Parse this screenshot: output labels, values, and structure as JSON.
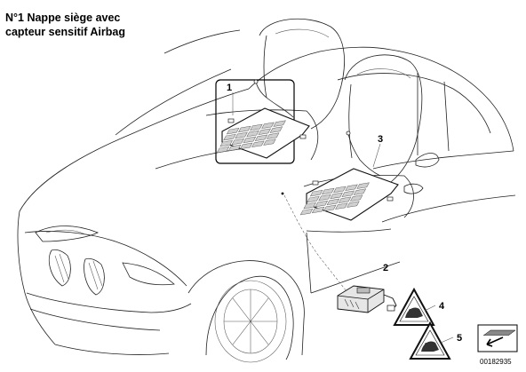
{
  "title": {
    "line1": "N°1 Nappe siège avec",
    "line2": "capteur sensitif  Airbag"
  },
  "callouts": [
    "1",
    "2",
    "3",
    "4",
    "5"
  ],
  "document_number": "00182935",
  "icons": {
    "seat_mat_left": "seat-sensor-mat-icon",
    "seat_mat_right": "seat-sensor-mat-icon",
    "control_unit": "control-unit-icon",
    "warning_label_4": "triangle-airbag-label-icon",
    "warning_label_5": "triangle-airbag-label-icon",
    "catalog_arrow": "arrow-icon"
  }
}
